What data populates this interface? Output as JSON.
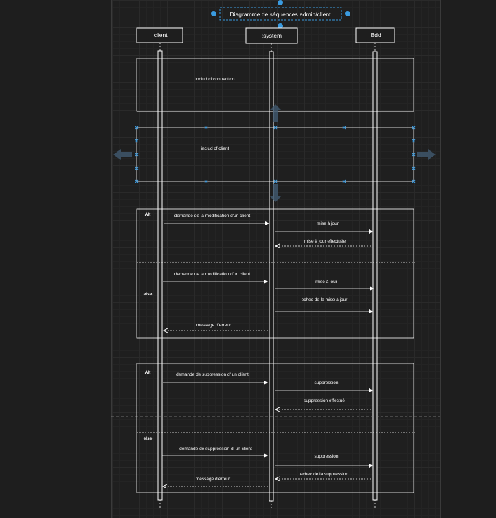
{
  "diagram": {
    "title": "Diagramme de séquences admin/client",
    "participants": [
      ":client",
      ":system",
      ":Bdd"
    ],
    "frames": {
      "connection_label": "includ cf:connection",
      "client_label": "includ cf:client"
    },
    "alt1": {
      "alt_label": "Alt",
      "else_label": "else",
      "messages": [
        "demande de la modification d'un client",
        "mise à jour",
        "mise à jour effectuée",
        "demande de la modification d'un client",
        "mise à jour",
        "echec de la mise à jour",
        "message d'erreur"
      ]
    },
    "alt2": {
      "alt_label": "Alt",
      "else_label": "else",
      "messages": [
        "demande de suppression d' un client",
        "suppression",
        "suppression effectué",
        "demande de suppression d' un client",
        "suppression",
        "echec de la suppression",
        "message d'erreur"
      ]
    }
  },
  "colors": {
    "line": "#ffffff",
    "selection": "#3a9be0",
    "guide": "#415a70",
    "background": "#1e1e1e"
  }
}
